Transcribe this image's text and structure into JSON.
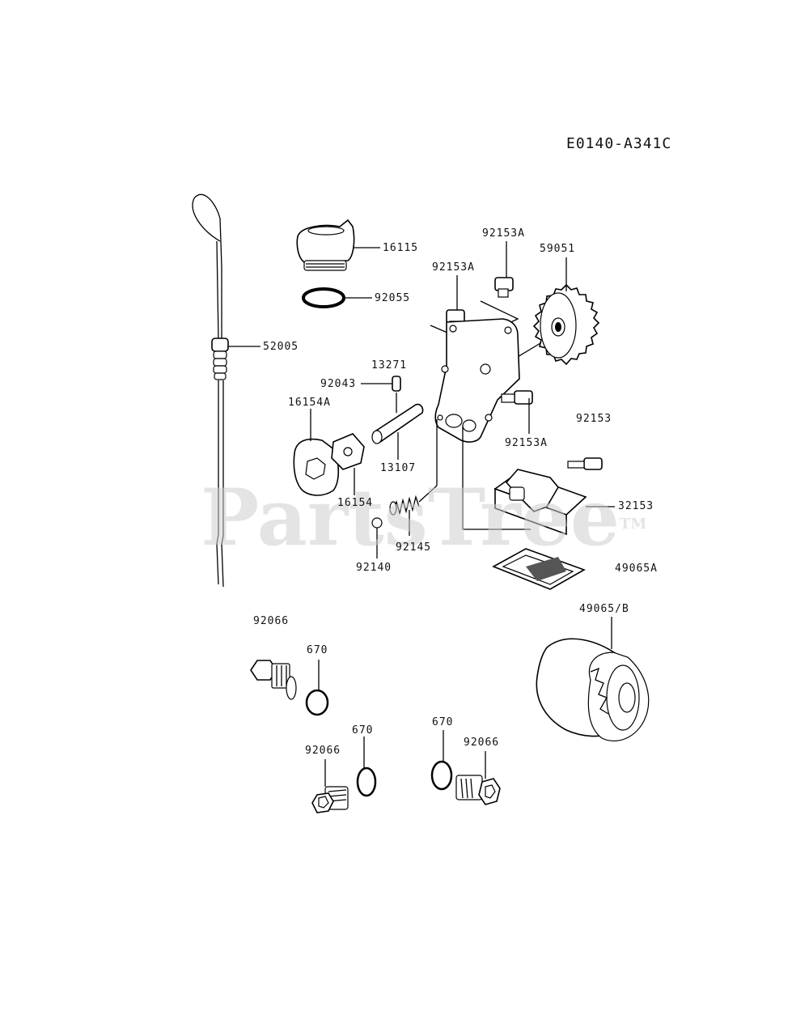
{
  "diagram_code": "E0140-A341C",
  "watermark": {
    "text": "PartsTree",
    "mark": "TM"
  },
  "labels": {
    "p16115": "16115",
    "p92055": "92055",
    "p92153A_top": "92153A",
    "p59051": "59051",
    "p92153A_left": "92153A",
    "p52005": "52005",
    "p13271": "13271",
    "p92043": "92043",
    "p16154A": "16154A",
    "p92153": "92153",
    "p92153A_right": "92153A",
    "p13107": "13107",
    "p32153": "32153",
    "p16154": "16154",
    "p92145": "92145",
    "p92140": "92140",
    "p49065A": "49065A",
    "p49065B": "49065/B",
    "p92066_a": "92066",
    "p670_a": "670",
    "p670_b": "670",
    "p92066_b": "92066",
    "p670_c": "670",
    "p92066_c": "92066"
  }
}
